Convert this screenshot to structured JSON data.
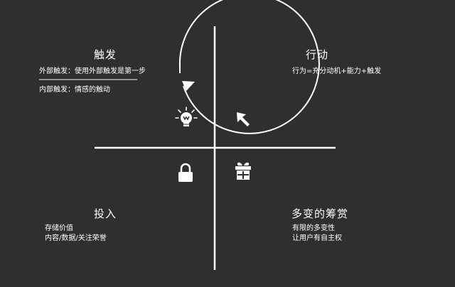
{
  "colors": {
    "background": "#2f2f2f",
    "foreground": "#ffffff"
  },
  "quadrants": {
    "trigger": {
      "title": "触发",
      "lines": [
        "外部触发：使用外部触发是第一步",
        "内部触发：情感的触动"
      ],
      "icon": "lightbulb-icon"
    },
    "action": {
      "title": "行动",
      "lines": [
        "行为=充分动机+能力+触发"
      ],
      "icon": "cursor-arrow-icon"
    },
    "investment": {
      "title": "投入",
      "lines": [
        "存储价值",
        "内容/数据/关注荣誉"
      ],
      "icon": "lock-icon"
    },
    "reward": {
      "title": "多变的筹赏",
      "lines": [
        "有限的多变性",
        "让用户有自主权"
      ],
      "icon": "gift-icon"
    }
  }
}
